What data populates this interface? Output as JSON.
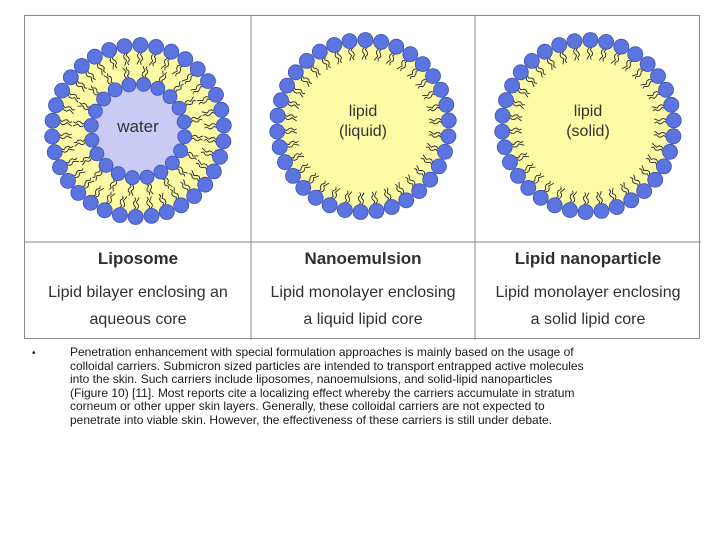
{
  "colors": {
    "head": "#5b74e0",
    "head_stroke": "#3a52b8",
    "tail": "#2a2a2a",
    "lipid_fill": "#fdfaa5",
    "water_fill": "#c9cbf5",
    "border": "#8a8a8a"
  },
  "panels": [
    {
      "core_label": [
        "water"
      ],
      "name": "Liposome",
      "description": [
        "Lipid bilayer enclosing an",
        "aqueous core"
      ]
    },
    {
      "core_label": [
        "lipid",
        "(liquid)"
      ],
      "name": "Nanoemulsion",
      "description": [
        "Lipid monolayer enclosing",
        "a liquid lipid core"
      ]
    },
    {
      "core_label": [
        "lipid",
        "(solid)"
      ],
      "name": "Lipid nanoparticle",
      "description": [
        "Lipid monolayer enclosing",
        "a solid lipid core"
      ]
    }
  ],
  "bullet": "•",
  "text_lines": [
    "Penetration enhancement with special formulation approaches is mainly based on the usage of",
    "colloidal carriers. Submicron sized particles are intended to transport entrapped active molecules",
    "into the skin. Such carriers include liposomes, nanoemulsions, and solid-lipid nanoparticles",
    "(Figure 10) [11]. Most reports cite a localizing effect whereby the carriers accumulate in stratum",
    "corneum or other upper skin layers. Generally, these colloidal carriers are not expected to",
    "penetrate into viable skin. However, the effectiveness of these carriers is still under debate."
  ]
}
